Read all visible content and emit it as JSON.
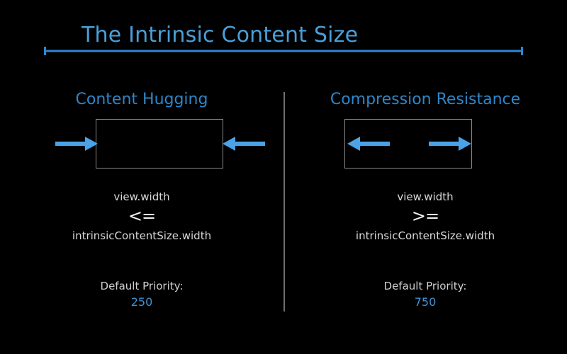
{
  "slide": {
    "background_color": "#000000",
    "accent_color": "#4a9fd8",
    "title": "The Intrinsic Content Size"
  },
  "columns": {
    "left": {
      "heading": "Content Hugging",
      "arrow_direction": "inward",
      "formula": {
        "numerator": "view.width",
        "operator": "<=",
        "denominator": "intrinsicContentSize.width"
      },
      "priority": {
        "label": "Default Priority:",
        "value": "250"
      }
    },
    "right": {
      "heading": "Compression Resistance",
      "arrow_direction": "outward",
      "formula": {
        "numerator": "view.width",
        "operator": ">=",
        "denominator": "intrinsicContentSize.width"
      },
      "priority": {
        "label": "Default Priority:",
        "value": "750"
      }
    }
  },
  "colors": {
    "title_blue": "#4a9fd8",
    "heading_blue": "#2e86c8",
    "arrow_blue": "#4aa3e8",
    "box_border_gray": "#8a8a8a",
    "divider_gray": "#6e6e6e",
    "text_white": "#d8d8d8",
    "value_blue": "#3e93d6"
  }
}
